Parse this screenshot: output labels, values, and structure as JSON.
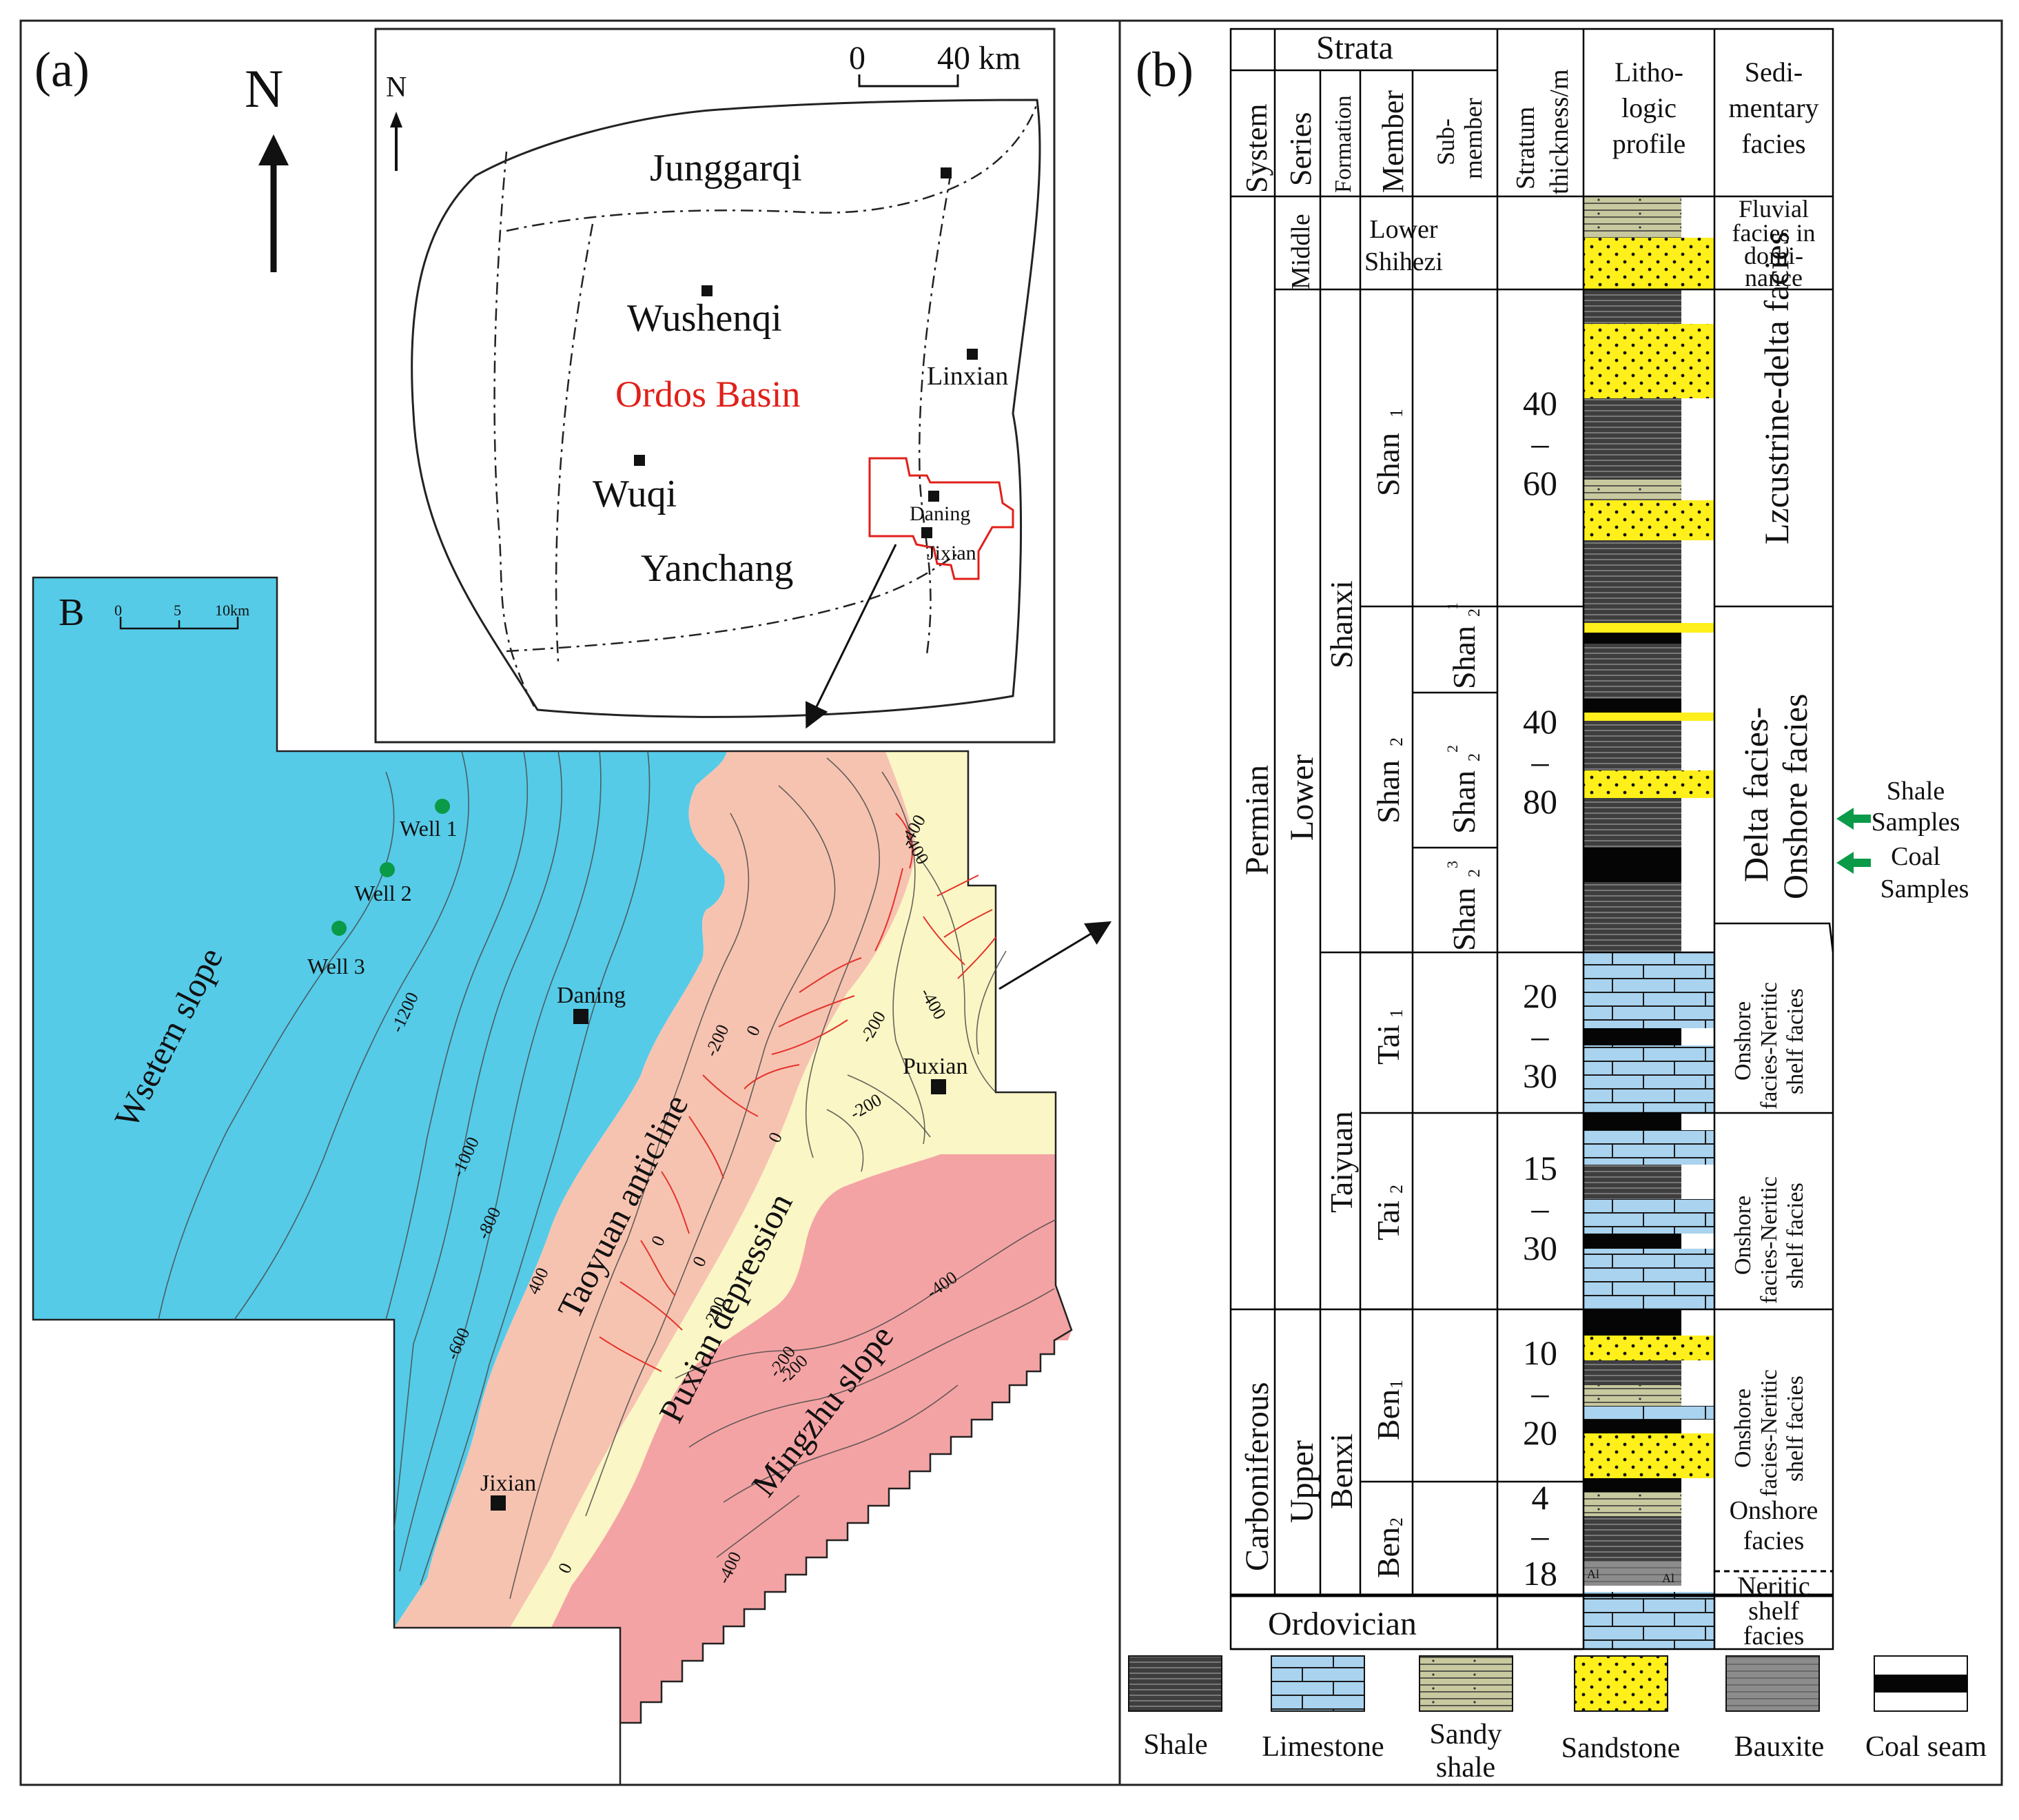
{
  "panel_a": {
    "label": "(a)",
    "north": "N",
    "inset": {
      "north": "N",
      "scale_zero": "0",
      "scale_end": "40 km",
      "title": "Ordos Basin",
      "towns": [
        "Junggarqi",
        "Wushenqi",
        "Linxian",
        "Wuqi",
        "Yanchang",
        "Daning",
        "Jixian"
      ]
    },
    "detail": {
      "label": "B",
      "scale_zero": "0",
      "scale_mid": "5",
      "scale_end": "10km",
      "zones": {
        "western_slope": "Wsetern slope",
        "taoyuan": "Taoyuan anticline",
        "puxian": "Puxian depression",
        "mingzhu": "Mingzhu slope"
      },
      "towns": [
        "Daning",
        "Puxian",
        "Jixian"
      ],
      "wells": [
        "Well 1",
        "Well 2",
        "Well 3"
      ],
      "contours": [
        "-1200",
        "-1000",
        "-800",
        "-600",
        "400",
        "-200",
        "0",
        "-400",
        "-200",
        "-400",
        "-200",
        "0",
        "0",
        "0",
        "-200",
        "-200",
        "-400",
        "-200",
        "-400",
        "0",
        "-400"
      ],
      "colors": {
        "western_slope": "#55cbe8",
        "taoyuan": "#f7c3b1",
        "puxian": "#fbf6c5",
        "mingzhu": "#f4a3a4",
        "well": "#0a9a48",
        "fault": "#e3342b"
      }
    }
  },
  "panel_b": {
    "label": "(b)",
    "headers": {
      "strata": "Strata",
      "system": "System",
      "series": "Series",
      "formation": "Formation",
      "member": "Member",
      "submember": [
        "Sub-",
        "member"
      ],
      "thickness": [
        "Stratum",
        "thickness/m"
      ],
      "litho": [
        "Litho-",
        "logic",
        "profile"
      ],
      "facies": [
        "Sedi-",
        "mentary",
        "facies"
      ]
    },
    "systems": [
      "Permian",
      "Carboniferous",
      "Ordovician"
    ],
    "series": [
      "Middle",
      "Lower",
      "Upper"
    ],
    "formations": [
      "Lower",
      "Shihezi",
      "Shanxi",
      "Taiyuan",
      "Benxi"
    ],
    "members": [
      "Shan",
      "Shan",
      "Tai",
      "Tai",
      "Ben",
      "Ben"
    ],
    "member_subscripts": [
      "1",
      "2",
      "1",
      "2",
      "1",
      "2"
    ],
    "submembers": [
      "Shan",
      "Shan",
      "Shan"
    ],
    "submember_marks": [
      "2",
      "1",
      "2",
      "2",
      "2",
      "3"
    ],
    "thickness": [
      [
        "40",
        "–",
        "60"
      ],
      [
        "40",
        "–",
        "80"
      ],
      [
        "20",
        "–",
        "30"
      ],
      [
        "15",
        "–",
        "30"
      ],
      [
        "10",
        "–",
        "20"
      ],
      [
        "4",
        "–",
        "18"
      ]
    ],
    "facies": {
      "fluvial": [
        "Fluvial",
        "facies in",
        "domi-",
        "nance"
      ],
      "lacustrine": "Lzcustrine-delta facies",
      "delta": [
        "Delta facies-",
        "Onshore facies"
      ],
      "onshore_neritic": [
        "Onshore",
        "facies-Neritic",
        "shelf facies"
      ],
      "onshore": [
        "Onshore",
        "facies"
      ],
      "neritic": [
        "Neritic",
        "shelf",
        "facies"
      ]
    },
    "samples": {
      "shale": [
        "Shale",
        "Samples"
      ],
      "coal": [
        "Coal",
        "Samples"
      ],
      "arrow_color": "#0a9a48"
    },
    "legend": [
      {
        "name": "Shale",
        "lines": [
          "Shale"
        ]
      },
      {
        "name": "Limestone",
        "lines": [
          "Limestone"
        ]
      },
      {
        "name": "Sandy shale",
        "lines": [
          "Sandy",
          "shale"
        ]
      },
      {
        "name": "Sandstone",
        "lines": [
          "Sandstone"
        ]
      },
      {
        "name": "Bauxite",
        "lines": [
          "Bauxite"
        ]
      },
      {
        "name": "Coal seam",
        "lines": [
          "Coal seam"
        ]
      }
    ],
    "bauxite_mark": "Al",
    "colors": {
      "shale": "#3e3e3e",
      "limestone": "#a9d3ef",
      "sandy_shale": "#c9c9a0",
      "sandstone": "#ffef1a",
      "bauxite": "#8c8c8c",
      "coal": "#050505"
    }
  }
}
